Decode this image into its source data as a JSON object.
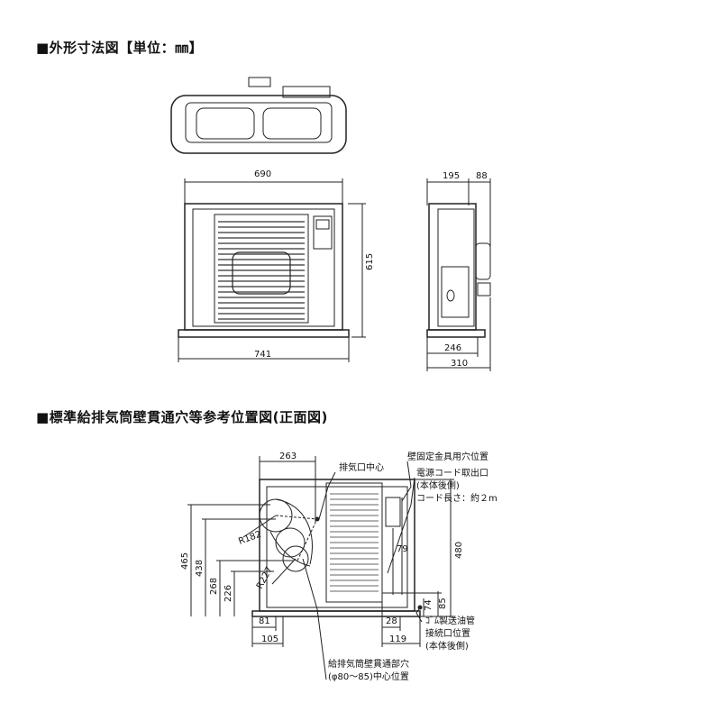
{
  "titles": {
    "outline": "■外形寸法図【単位：㎜】",
    "hole": "■標準給排気筒壁貫通穴等参考位置図(正面図)"
  },
  "top_dims": {
    "width_690": "690",
    "height_615": "615",
    "base_741": "741",
    "side_195": "195",
    "side_88": "88",
    "side_246": "246",
    "side_310": "310"
  },
  "bottom_dims": {
    "d263": "263",
    "d465": "465",
    "d438": "438",
    "d268": "268",
    "d226": "226",
    "d81": "81",
    "d105": "105",
    "d79": "79",
    "d480": "480",
    "d74": "74",
    "d85": "85",
    "d28": "28",
    "d119": "119",
    "r182": "R182",
    "r227": "R227"
  },
  "labels": {
    "exhaust_center": "排気口中心",
    "wall_fixture": "壁固定金具用穴位置",
    "cord_exit": "電源コード取出口",
    "cord_exit_note": "(本体後側)",
    "cord_length": "コード長さ：約２m",
    "oil_pipe_1": "ｺﾞﾑ製送油管",
    "oil_pipe_2": "接続口位置",
    "oil_pipe_3": "(本体後側)",
    "wall_hole_1": "給排気筒壁貫通部穴",
    "wall_hole_2": "(φ80～85)中心位置"
  }
}
